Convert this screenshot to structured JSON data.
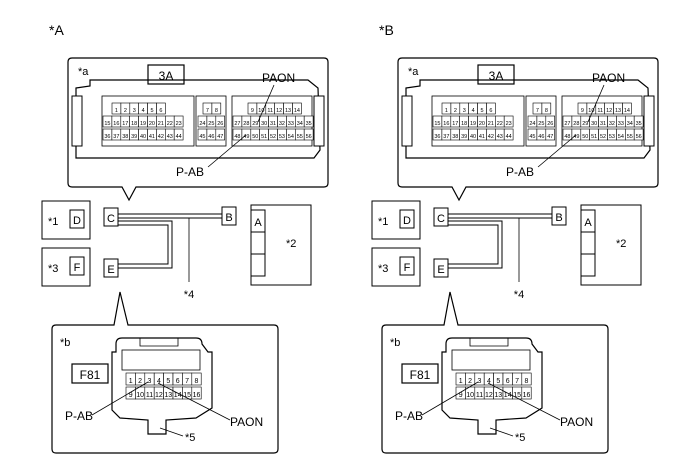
{
  "panels": [
    {
      "id": "A",
      "label": "*A",
      "connector_a": {
        "callout": "*a",
        "code": "3A",
        "pin_rows_left": [
          [
            "1",
            "2",
            "3",
            "4",
            "5",
            "6"
          ],
          [
            "15",
            "16",
            "17",
            "18",
            "19",
            "20",
            "21",
            "22",
            "23"
          ],
          [
            "36",
            "37",
            "38",
            "39",
            "40",
            "41",
            "42",
            "43",
            "44"
          ]
        ],
        "pin_rows_mid": [
          [
            "7",
            "8"
          ],
          [
            "24",
            "25",
            "26"
          ],
          [
            "45",
            "46",
            "47"
          ]
        ],
        "pin_rows_right": [
          [
            "9",
            "10",
            "11",
            "12",
            "13",
            "14"
          ],
          [
            "27",
            "28",
            "29",
            "30",
            "31",
            "32",
            "33",
            "34",
            "35"
          ],
          [
            "48",
            "49",
            "50",
            "51",
            "52",
            "53",
            "54",
            "55",
            "56"
          ]
        ],
        "label_top": "PAON",
        "label_bottom": "P-AB"
      },
      "wiring": {
        "box_d": {
          "note": "*1",
          "letter": "D"
        },
        "box_f": {
          "note": "*3",
          "letter": "F"
        },
        "connector_c": "C",
        "connector_e": "E",
        "connector_b": "B",
        "ecu": {
          "note": "*2",
          "letter": "A"
        },
        "harness_note": "*4"
      },
      "connector_b": {
        "callout": "*b",
        "code": "F81",
        "pin_row_top": [
          "1",
          "2",
          "3",
          "4",
          "5",
          "6",
          "7",
          "8"
        ],
        "pin_row_bottom": [
          "9",
          "10",
          "11",
          "12",
          "13",
          "14",
          "15",
          "16"
        ],
        "label_left": "P-AB",
        "label_right": "PAON",
        "note": "*5"
      }
    },
    {
      "id": "B",
      "label": "*B",
      "connector_a": {
        "callout": "*a",
        "code": "3A",
        "pin_rows_left": [
          [
            "1",
            "2",
            "3",
            "4",
            "5",
            "6"
          ],
          [
            "15",
            "16",
            "17",
            "18",
            "19",
            "20",
            "21",
            "22",
            "23"
          ],
          [
            "36",
            "37",
            "38",
            "39",
            "40",
            "41",
            "42",
            "43",
            "44"
          ]
        ],
        "pin_rows_mid": [
          [
            "7",
            "8"
          ],
          [
            "24",
            "25",
            "26"
          ],
          [
            "45",
            "46",
            "47"
          ]
        ],
        "pin_rows_right": [
          [
            "9",
            "10",
            "11",
            "12",
            "13",
            "14"
          ],
          [
            "27",
            "28",
            "29",
            "30",
            "31",
            "32",
            "33",
            "34",
            "35"
          ],
          [
            "48",
            "49",
            "50",
            "51",
            "52",
            "53",
            "54",
            "55",
            "56"
          ]
        ],
        "label_top": "PAON",
        "label_bottom": "P-AB"
      },
      "wiring": {
        "box_d": {
          "note": "*1",
          "letter": "D"
        },
        "box_f": {
          "note": "*3",
          "letter": "F"
        },
        "connector_c": "C",
        "connector_e": "E",
        "connector_b": "B",
        "ecu": {
          "note": "*2",
          "letter": "A"
        },
        "harness_note": "*4"
      },
      "connector_b": {
        "callout": "*b",
        "code": "F81",
        "pin_row_top": [
          "1",
          "2",
          "3",
          "4",
          "5",
          "6",
          "7",
          "8"
        ],
        "pin_row_bottom": [
          "9",
          "10",
          "11",
          "12",
          "13",
          "14",
          "15",
          "16"
        ],
        "label_left": "P-AB",
        "label_right": "PAON",
        "note": "*5"
      }
    }
  ]
}
